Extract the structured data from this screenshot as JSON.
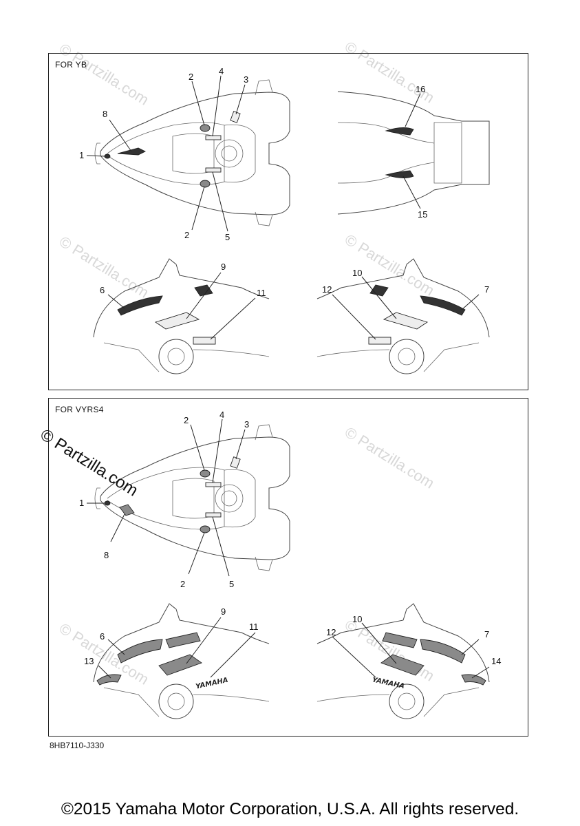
{
  "panels": [
    {
      "title": "FOR YB",
      "callouts": [
        "1",
        "2",
        "2",
        "3",
        "4",
        "5",
        "6",
        "7",
        "8",
        "9",
        "10",
        "11",
        "12",
        "15",
        "16"
      ]
    },
    {
      "title": "FOR VYRS4",
      "callouts": [
        "1",
        "2",
        "2",
        "3",
        "4",
        "5",
        "6",
        "7",
        "8",
        "9",
        "10",
        "11",
        "12",
        "13",
        "14"
      ]
    }
  ],
  "decal_text": "YAMAHA",
  "watermark": {
    "main": "© Partzilla.com",
    "faint": "© Partzilla.com"
  },
  "part_number": "8HB7110-J330",
  "footer": {
    "copyright": "©2015 Yamaha Motor Corporation, U.S.A. All rights reserved."
  },
  "colors": {
    "line": "#222222",
    "watermark_faint": "#d8d8d8"
  }
}
